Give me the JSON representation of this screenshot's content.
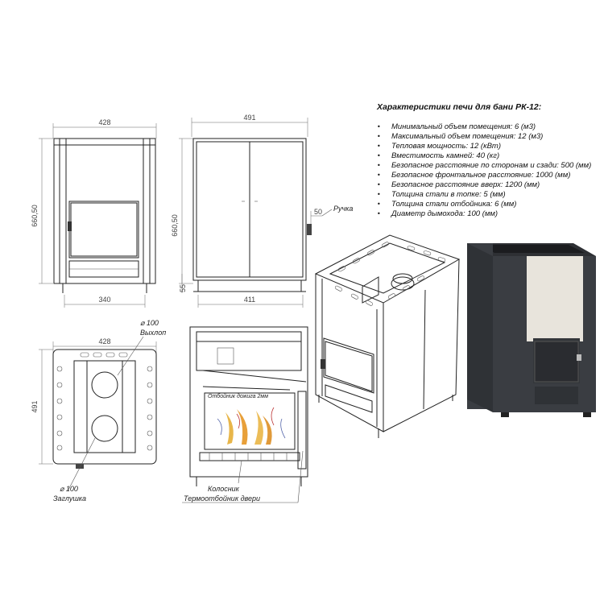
{
  "specs": {
    "title": "Характеристики печи для бани РК-12:",
    "items": [
      "Минимальный  объем помещения: 6 (м3)",
      "Максимальный объем помещения: 12 (м3)",
      "Тепловая мощность: 12 (кВт)",
      "Вместимость камней: 40 (кг)",
      "Безопасное расстояние по сторонам и сзади: 500 (мм)",
      "Безопасное фронтальное расстояние: 1000 (мм)",
      "Безопасное расстояние вверх: 1200 (мм)",
      "Толщина стали в топке: 5 (мм)",
      "Толщина стали отбойника: 6 (мм)",
      "Диаметр дымохода: 100 (мм)"
    ],
    "bullet": "•"
  },
  "front_view": {
    "width_top": "428",
    "height": "660,50",
    "width_bottom": "340"
  },
  "side_view": {
    "width_top": "491",
    "height": "660,50",
    "leg_height": "55",
    "width_bottom": "411",
    "handle_dim": "50",
    "handle_label": "Ручка"
  },
  "top_view": {
    "width": "428",
    "depth": "491",
    "outlet_dim": "⌀ 100",
    "outlet_label": "Выхлоп",
    "plug_dim": "⌀ 100",
    "plug_label": "Заглушка"
  },
  "section_view": {
    "reflector_label": "Отбойник дожига 2мм",
    "grate_label": "Колосник",
    "door_label": "Термоотбойник двери"
  },
  "colors": {
    "stove_body": "#3a3d42",
    "stove_panel": "#e8e4dc",
    "line": "#222222"
  }
}
